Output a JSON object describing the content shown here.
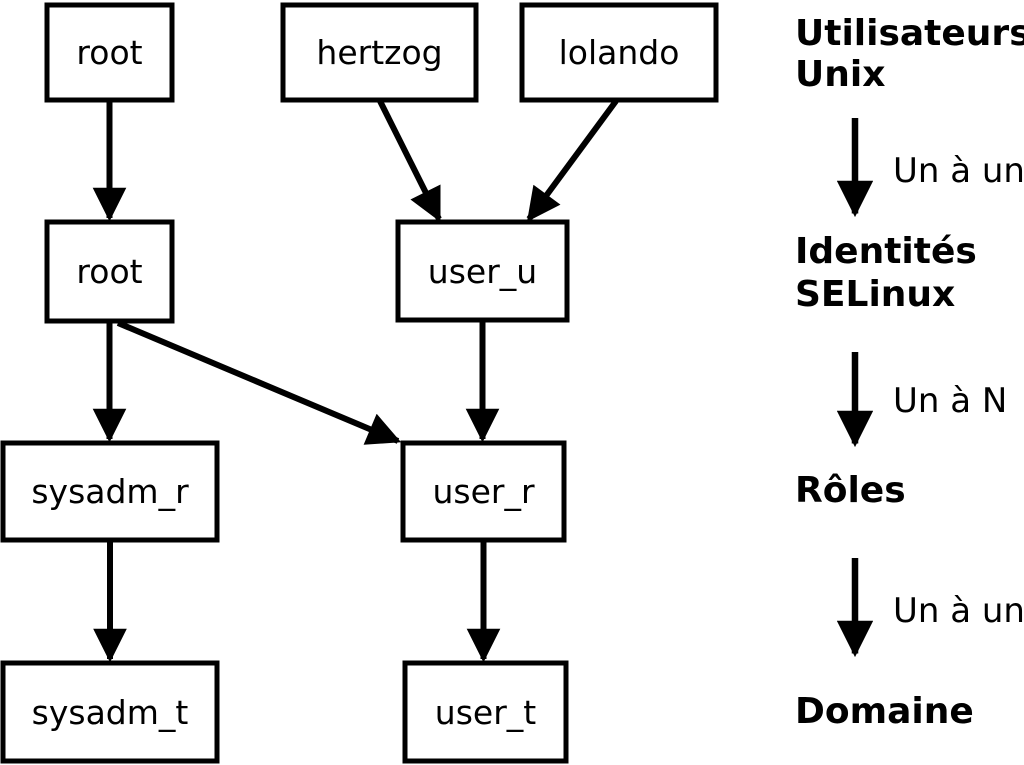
{
  "colors": {
    "background": "#ffffff",
    "ink": "#000000"
  },
  "nodes": [
    {
      "id": "unix-user-root",
      "label": "root"
    },
    {
      "id": "unix-user-hertzog",
      "label": "hertzog"
    },
    {
      "id": "unix-user-lolando",
      "label": "lolando"
    },
    {
      "id": "selinux-id-root",
      "label": "root"
    },
    {
      "id": "selinux-id-user-u",
      "label": "user_u"
    },
    {
      "id": "role-sysadm-r",
      "label": "sysadm_r"
    },
    {
      "id": "role-user-r",
      "label": "user_r"
    },
    {
      "id": "domain-sysadm-t",
      "label": "sysadm_t"
    },
    {
      "id": "domain-user-t",
      "label": "user_t"
    }
  ],
  "legend": {
    "levels": [
      {
        "lines": [
          "Utilisateurs",
          "Unix"
        ]
      },
      {
        "lines": [
          "Identités",
          "SELinux"
        ]
      },
      {
        "lines": [
          "Rôles"
        ]
      },
      {
        "lines": [
          "Domaine"
        ]
      }
    ],
    "relations": [
      {
        "label": "Un à un"
      },
      {
        "label": "Un à N"
      },
      {
        "label": "Un à un"
      }
    ]
  }
}
